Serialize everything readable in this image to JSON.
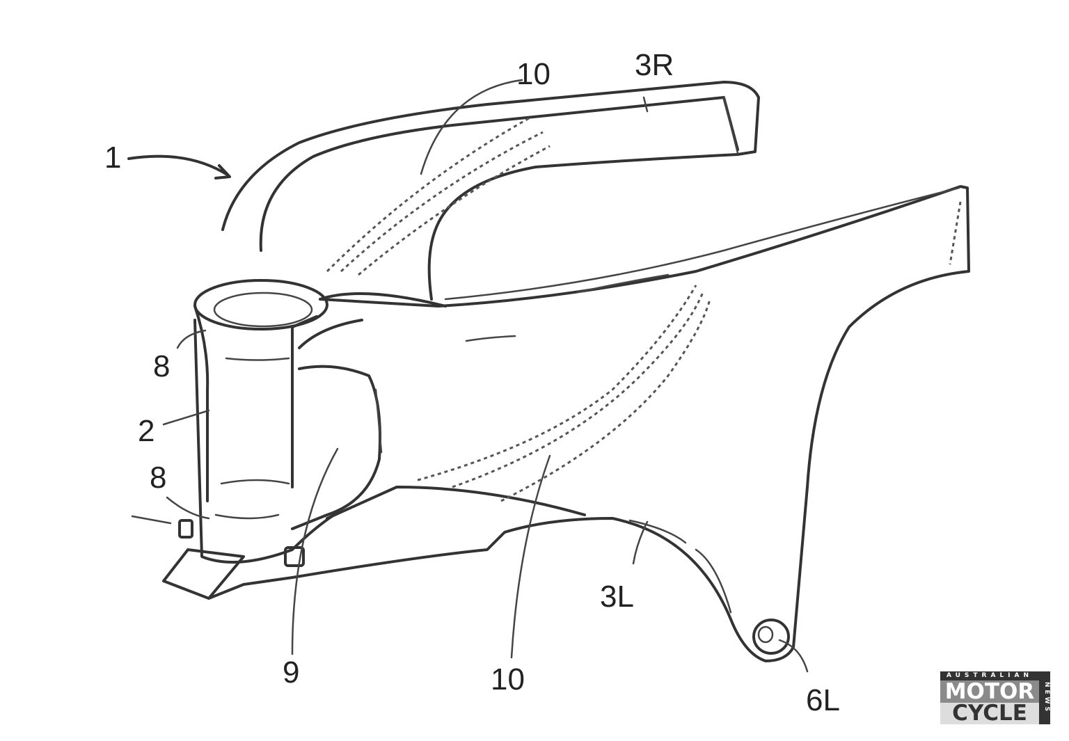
{
  "figure": {
    "labels": {
      "frame": "1",
      "right_spar": "3R",
      "top_reinforcement": "10",
      "upper_bearing": "8",
      "head_tube": "2",
      "lower_bearing": "8",
      "bracket": "9",
      "bottom_reinforcement": "10",
      "left_spar": "3L",
      "pivot": "6L"
    }
  },
  "watermark": {
    "top": "AUSTRALIAN",
    "line1": "MOTOR",
    "line2": "CYCLE",
    "side": "NEWS"
  }
}
